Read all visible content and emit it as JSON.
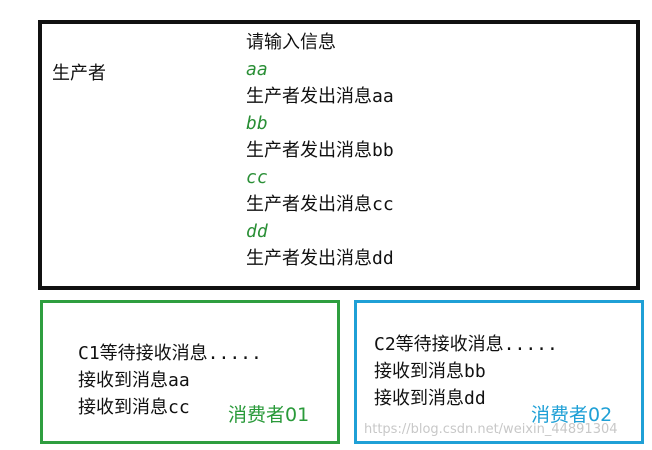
{
  "producer": {
    "title": "生产者",
    "lines": [
      {
        "text": "请输入信息",
        "kind": "prompt"
      },
      {
        "text": "aa",
        "kind": "input"
      },
      {
        "text": "生产者发出消息aa",
        "kind": "output"
      },
      {
        "text": "bb",
        "kind": "input"
      },
      {
        "text": "生产者发出消息bb",
        "kind": "output"
      },
      {
        "text": "cc",
        "kind": "input"
      },
      {
        "text": "生产者发出消息cc",
        "kind": "output"
      },
      {
        "text": "dd",
        "kind": "input"
      },
      {
        "text": "生产者发出消息dd",
        "kind": "output"
      }
    ]
  },
  "consumer1": {
    "label": "消费者01",
    "lines": [
      "C1等待接收消息.....",
      "接收到消息aa",
      "接收到消息cc"
    ]
  },
  "consumer2": {
    "label": "消费者02",
    "lines": [
      "C2等待接收消息.....",
      "接收到消息bb",
      "接收到消息dd"
    ]
  },
  "watermark": "https://blog.csdn.net/weixin_44891304",
  "colors": {
    "producer_border": "#111111",
    "consumer1": "#2e9e3f",
    "consumer2": "#1fa0d6",
    "input_text": "#2a8f36"
  }
}
